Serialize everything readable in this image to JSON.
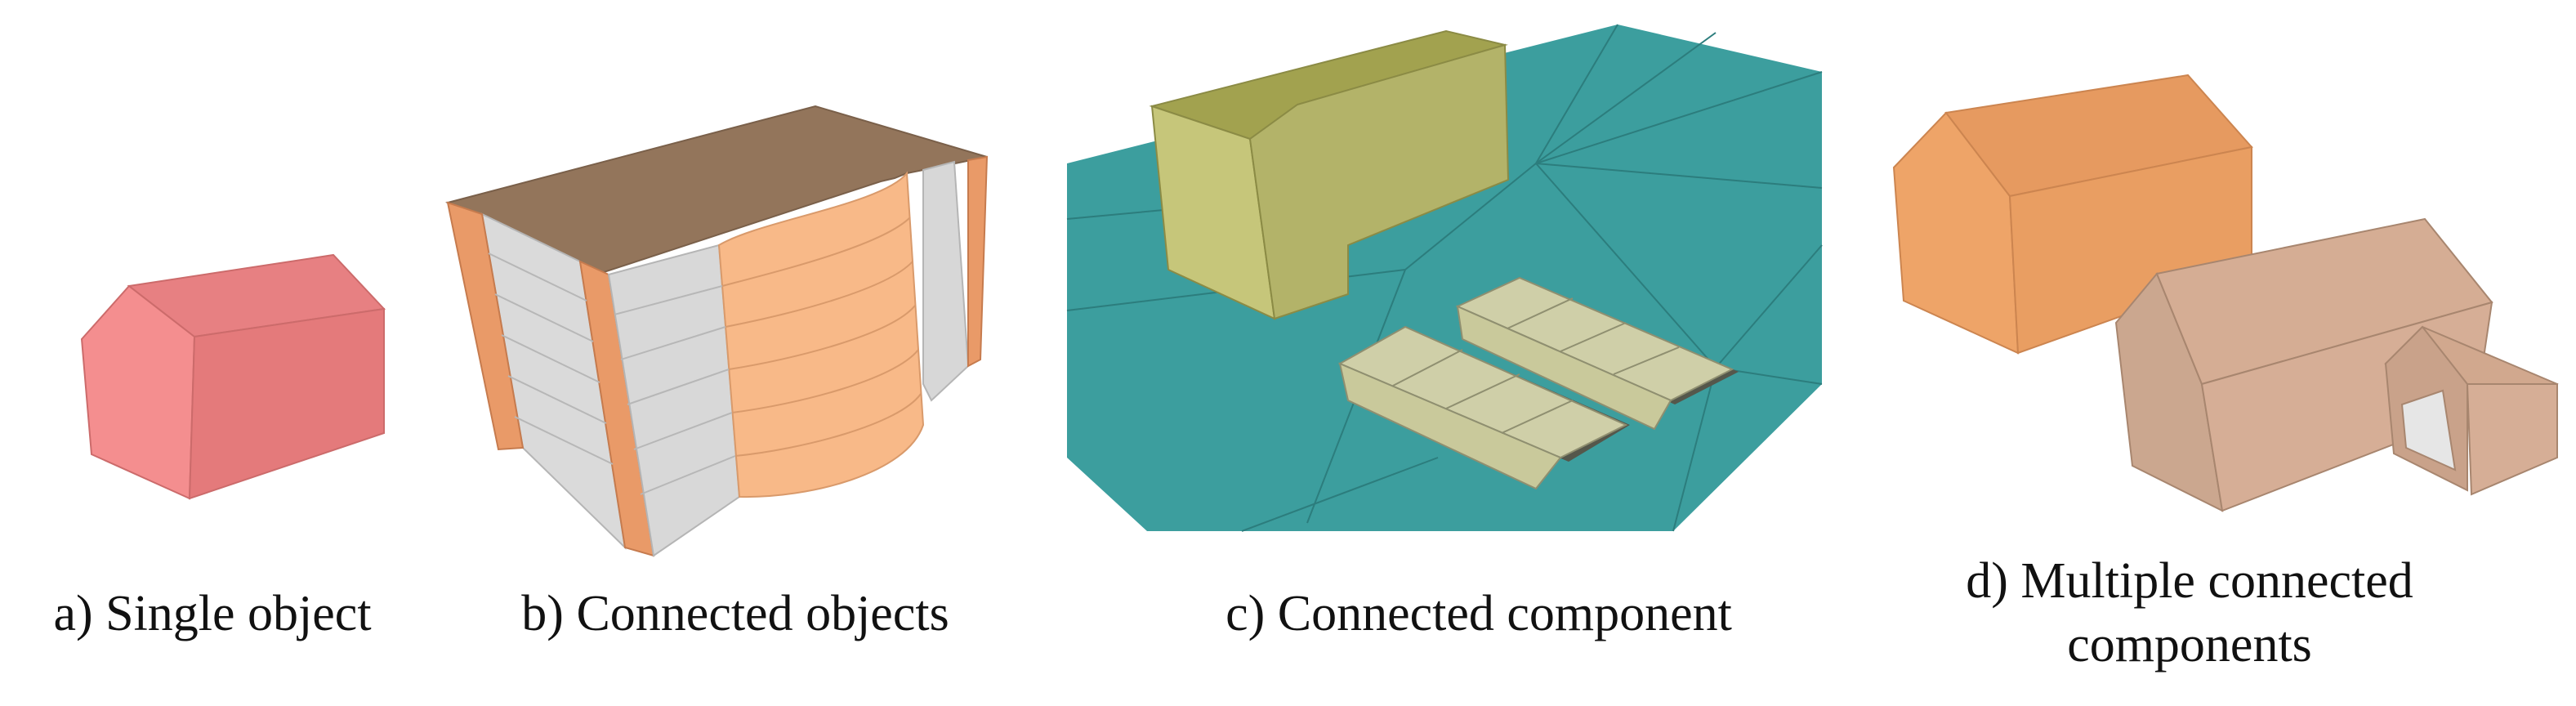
{
  "panels": {
    "a": {
      "caption": "a) Single object"
    },
    "b": {
      "caption": "b) Connected objects"
    },
    "c": {
      "caption": "c) Connected component"
    },
    "d": {
      "caption_line1": "d) Multiple connected",
      "caption_line2": "components"
    }
  },
  "colors": {
    "house_front": "#f28b8b",
    "house_side": "#e27b7b",
    "house_roof": "#e37f80",
    "wall_grey": "#d9d9d9",
    "pillar_orange": "#e99a68",
    "cylinder_orange": "#f8b988",
    "roof_brown": "#93755b",
    "terrain_teal": "#3c9e9e",
    "block_yellow_front": "#c6c67a",
    "block_yellow_side": "#b3b369",
    "shed_beige": "#cfcfa8",
    "shed_roof_dark": "#55574b",
    "house_orange": "#eea468",
    "house_tan": "#d5ad94"
  }
}
